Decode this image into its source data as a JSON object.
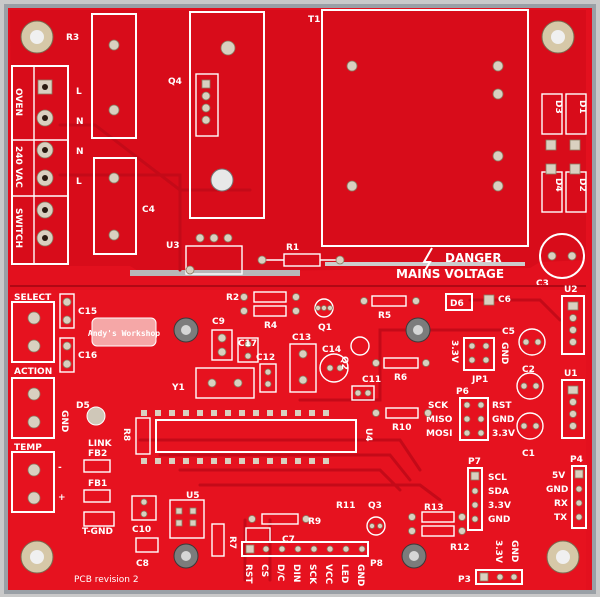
{
  "board": {
    "revision": "PCB revision 2",
    "logo": "Andy's Workshop",
    "danger_line1": "DANGER",
    "danger_line2": "MAINS VOLTAGE"
  },
  "power_section": {
    "connectors": [
      {
        "label": "OVEN",
        "pins": [
          "L",
          "N"
        ]
      },
      {
        "label": "240 VAC",
        "pins": [
          "N",
          "L"
        ]
      },
      {
        "label": "SWITCH",
        "pins": []
      }
    ]
  },
  "refdes": {
    "R3": "R3",
    "Q4": "Q4",
    "T1": "T1",
    "C4": "C4",
    "U3": "U3",
    "R1": "R1",
    "D3": "D3",
    "D1": "D1",
    "D4": "D4",
    "D2": "D2",
    "C3": "C3",
    "U2": "U2",
    "R2": "R2",
    "R4": "R4",
    "Q1": "Q1",
    "R5": "R5",
    "D6": "D6",
    "C6": "C6",
    "C5": "C5",
    "C9": "C9",
    "C17": "C17",
    "C12": "C12",
    "C13": "C13",
    "C14": "C14",
    "Q2": "Q2",
    "R6": "R6",
    "JP1": "JP1",
    "C2": "C2",
    "U1": "U1",
    "Y1": "Y1",
    "C11": "C11",
    "P6": "P6",
    "C15": "C15",
    "C16": "C16",
    "D5": "D5",
    "R8": "R8",
    "U4": "U4",
    "R10": "R10",
    "C1": "C1",
    "FB2": "FB2",
    "FB1": "FB1",
    "U5": "U5",
    "R11": "R11",
    "Q3": "Q3",
    "R13": "R13",
    "P7": "P7",
    "P4": "P4",
    "C10": "C10",
    "R9": "R9",
    "R12": "R12",
    "C8": "C8",
    "R7": "R7",
    "C7": "C7",
    "P8": "P8",
    "P3": "P3"
  },
  "headers": {
    "select": "SELECT",
    "action": "ACTION",
    "gnd": "GND",
    "link": "LINK",
    "temp": "TEMP",
    "tgnd": "T-GND",
    "plus": "+",
    "minus": "-",
    "jp1_left": "3.3V",
    "jp1_right": "GND",
    "p6_left": [
      "SCK",
      "MISO",
      "MOSI"
    ],
    "p6_right": [
      "RST",
      "GND",
      "3.3V"
    ],
    "p7": [
      "SCL",
      "SDA",
      "3.3V",
      "GND"
    ],
    "p4": [
      "5V",
      "GND",
      "RX",
      "TX"
    ],
    "p8": [
      "RST",
      "CS",
      "D/C",
      "DIN",
      "SCK",
      "VCC",
      "LED",
      "GND"
    ],
    "p3_left": "3.3V",
    "p3_right": "GND"
  }
}
